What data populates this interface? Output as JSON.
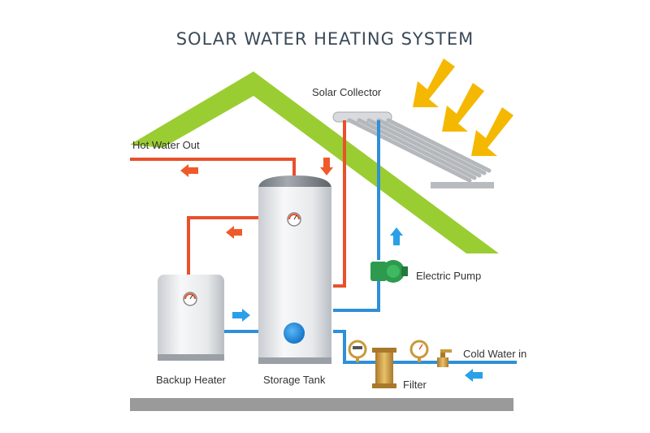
{
  "title": "SOLAR WATER HEATING SYSTEM",
  "labels": {
    "solar_collector": "Solar Collector",
    "hot_water_out": "Hot Water Out",
    "electric_pump": "Electric Pump",
    "cold_water_in": "Cold Water in",
    "backup_heater": "Backup Heater",
    "storage_tank": "Storage Tank",
    "filter": "Filter"
  },
  "colors": {
    "roof": "#9acd32",
    "hot_pipe": "#e8512a",
    "cold_pipe": "#2f8fd8",
    "arrow_hot": "#ef5a2a",
    "arrow_cold": "#2aa0e8",
    "sun_arrow": "#f5b800",
    "ground": "#9a9a9a",
    "pump": "#2e9a4e",
    "fittings": "#c89a3a"
  }
}
